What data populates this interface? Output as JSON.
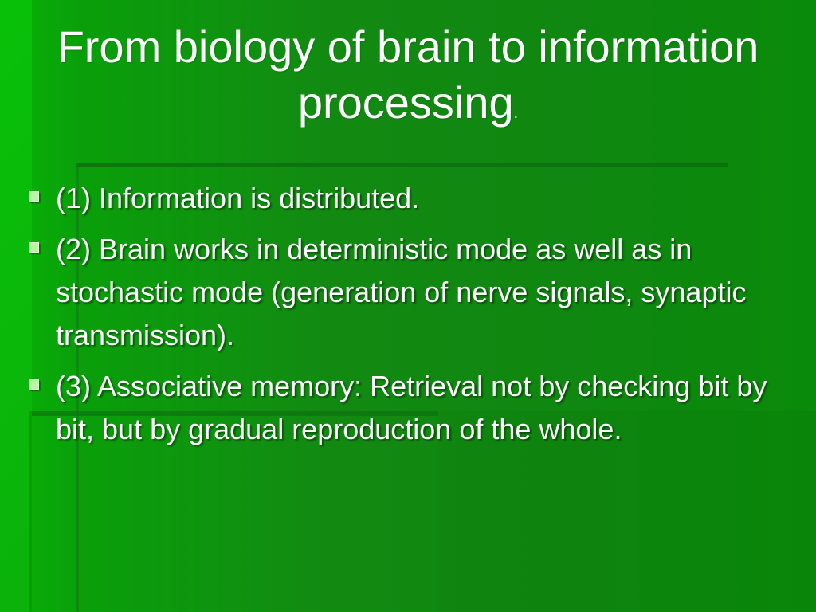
{
  "slide": {
    "title": "From biology of brain to information processing",
    "title_suffix": ".",
    "bullets": [
      {
        "text": "(1) Information is distributed."
      },
      {
        "text": "(2) Brain works in deterministic mode as well as  in stochastic mode (generation of nerve signals, synaptic transmission)."
      },
      {
        "text": "(3) Associative memory: Retrieval not by checking bit by bit, but by gradual reproduction of the whole."
      }
    ],
    "colors": {
      "background": "#0f8a10",
      "text": "#ffffff",
      "bullet_marker": "#b9f7a8"
    }
  }
}
